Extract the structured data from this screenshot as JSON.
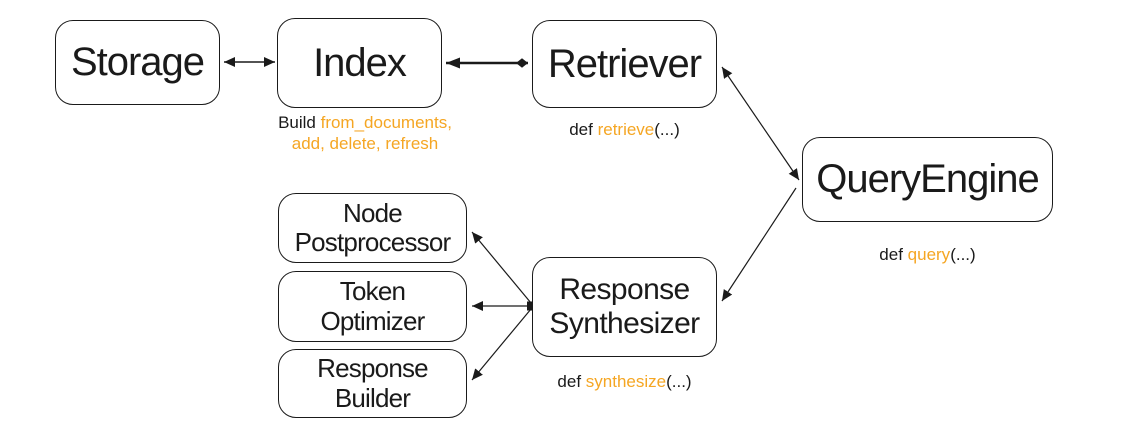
{
  "colors": {
    "ink": "#1a1a1a",
    "accent": "#F5A623"
  },
  "nodes": {
    "storage": {
      "label": "Storage"
    },
    "index": {
      "label": "Index"
    },
    "retriever": {
      "label": "Retriever"
    },
    "query_engine": {
      "label": "QueryEngine"
    },
    "response_synthesizer": {
      "line1": "Response",
      "line2": "Synthesizer"
    },
    "node_postprocessor": {
      "line1": "Node",
      "line2": "Postprocessor"
    },
    "token_optimizer": {
      "line1": "Token",
      "line2": "Optimizer"
    },
    "response_builder": {
      "line1": "Response",
      "line2": "Builder"
    }
  },
  "annotations": {
    "index_build": {
      "prefix": "Build ",
      "highlight_line1": "from_documents,",
      "highlight_line2": "add, delete, refresh"
    },
    "retriever_def": {
      "prefix": "def ",
      "method": "retrieve",
      "suffix": "(...)"
    },
    "query_engine_def": {
      "prefix": "def ",
      "method": "query",
      "suffix": "(...)"
    },
    "response_synthesizer_def": {
      "prefix": "def ",
      "method": "synthesize",
      "suffix": "(...)"
    }
  },
  "edges": [
    {
      "between": [
        "Storage",
        "Index"
      ],
      "arrowheads": [
        "Storage",
        "Index"
      ]
    },
    {
      "between": [
        "Index",
        "Retriever"
      ],
      "arrowheads": [
        "Index"
      ],
      "diamond_end": "Retriever",
      "weight": "thick"
    },
    {
      "between": [
        "Retriever",
        "QueryEngine"
      ],
      "arrowheads": [
        "Retriever",
        "QueryEngine"
      ]
    },
    {
      "between": [
        "QueryEngine",
        "Response Synthesizer"
      ],
      "arrowheads": [
        "Response Synthesizer"
      ]
    },
    {
      "between": [
        "Response Synthesizer",
        "Node Postprocessor"
      ],
      "arrowheads": [
        "Node Postprocessor"
      ],
      "square_end": "Response Synthesizer"
    },
    {
      "between": [
        "Response Synthesizer",
        "Token Optimizer"
      ],
      "arrowheads": [
        "Token Optimizer"
      ],
      "square_end": "Response Synthesizer"
    },
    {
      "between": [
        "Response Synthesizer",
        "Response Builder"
      ],
      "arrowheads": [
        "Response Builder"
      ],
      "square_end": "Response Synthesizer"
    }
  ]
}
